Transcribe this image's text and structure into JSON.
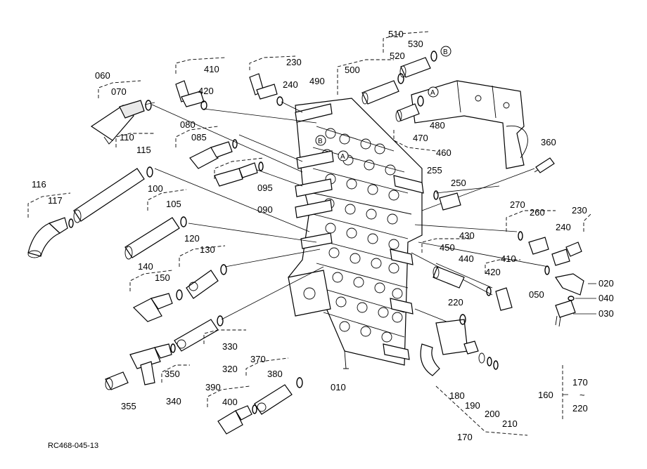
{
  "figure": {
    "reference_code": "RC468-045-13"
  },
  "callouts": [
    {
      "id": "060",
      "label": "060"
    },
    {
      "id": "070",
      "label": "070"
    },
    {
      "id": "110",
      "label": "110"
    },
    {
      "id": "115",
      "label": "115"
    },
    {
      "id": "116",
      "label": "116"
    },
    {
      "id": "117",
      "label": "117"
    },
    {
      "id": "100",
      "label": "100"
    },
    {
      "id": "105",
      "label": "105"
    },
    {
      "id": "120",
      "label": "120"
    },
    {
      "id": "130",
      "label": "130"
    },
    {
      "id": "140",
      "label": "140"
    },
    {
      "id": "150",
      "label": "150"
    },
    {
      "id": "330",
      "label": "330"
    },
    {
      "id": "320",
      "label": "320"
    },
    {
      "id": "350",
      "label": "350"
    },
    {
      "id": "340",
      "label": "340"
    },
    {
      "id": "355",
      "label": "355"
    },
    {
      "id": "370",
      "label": "370"
    },
    {
      "id": "380",
      "label": "380"
    },
    {
      "id": "390",
      "label": "390"
    },
    {
      "id": "400",
      "label": "400"
    },
    {
      "id": "010",
      "label": "010"
    },
    {
      "id": "410a",
      "label": "410"
    },
    {
      "id": "420a",
      "label": "420"
    },
    {
      "id": "080",
      "label": "080"
    },
    {
      "id": "085",
      "label": "085"
    },
    {
      "id": "095",
      "label": "095"
    },
    {
      "id": "090",
      "label": "090"
    },
    {
      "id": "230a",
      "label": "230"
    },
    {
      "id": "240a",
      "label": "240"
    },
    {
      "id": "490",
      "label": "490"
    },
    {
      "id": "500",
      "label": "500"
    },
    {
      "id": "510",
      "label": "510"
    },
    {
      "id": "530",
      "label": "530"
    },
    {
      "id": "520",
      "label": "520"
    },
    {
      "id": "480",
      "label": "480"
    },
    {
      "id": "470",
      "label": "470"
    },
    {
      "id": "460",
      "label": "460"
    },
    {
      "id": "360",
      "label": "360"
    },
    {
      "id": "255",
      "label": "255"
    },
    {
      "id": "250",
      "label": "250"
    },
    {
      "id": "270",
      "label": "270"
    },
    {
      "id": "260",
      "label": "260"
    },
    {
      "id": "230b",
      "label": "230"
    },
    {
      "id": "240b",
      "label": "240"
    },
    {
      "id": "430",
      "label": "430"
    },
    {
      "id": "450",
      "label": "450"
    },
    {
      "id": "440",
      "label": "440"
    },
    {
      "id": "410b",
      "label": "410"
    },
    {
      "id": "420b",
      "label": "420"
    },
    {
      "id": "050",
      "label": "050"
    },
    {
      "id": "020",
      "label": "020"
    },
    {
      "id": "040",
      "label": "040"
    },
    {
      "id": "030",
      "label": "030"
    },
    {
      "id": "220",
      "label": "220"
    },
    {
      "id": "180",
      "label": "180"
    },
    {
      "id": "190",
      "label": "190"
    },
    {
      "id": "200",
      "label": "200"
    },
    {
      "id": "210",
      "label": "210"
    },
    {
      "id": "170a",
      "label": "170"
    },
    {
      "id": "160",
      "label": "160"
    },
    {
      "id": "170b",
      "label": "170"
    },
    {
      "id": "tilde",
      "label": "~"
    },
    {
      "id": "220b",
      "label": "220"
    }
  ],
  "markers": [
    {
      "id": "A1",
      "label": "A"
    },
    {
      "id": "A2",
      "label": "A"
    },
    {
      "id": "B1",
      "label": "B"
    },
    {
      "id": "B2",
      "label": "B"
    }
  ]
}
